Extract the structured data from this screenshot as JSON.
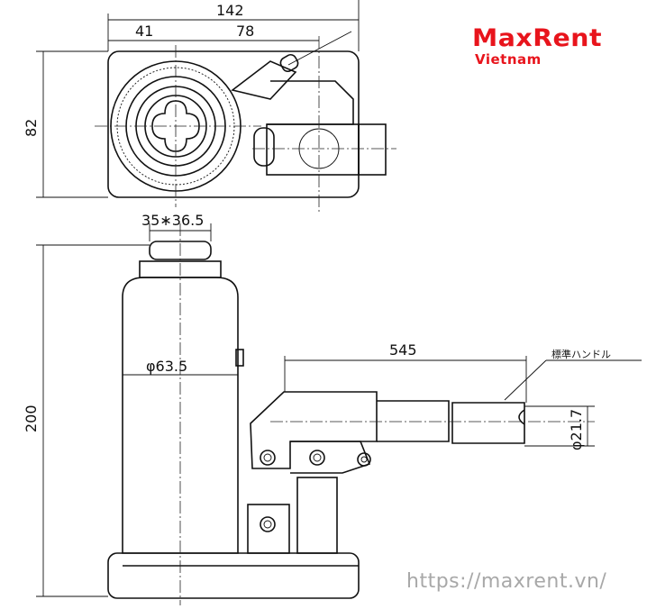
{
  "logo": {
    "brand": "MaxRent",
    "sub": "Vietnam",
    "color": "#e8141c"
  },
  "dimensions": {
    "overall_width": "142",
    "left_offset": "41",
    "right_offset": "78",
    "height_top_view": "82",
    "saddle_size": "35∗36.5",
    "body_diameter": "φ63.5",
    "min_height": "200",
    "handle_length": "545",
    "handle_diameter": "φ21.7"
  },
  "labels": {
    "handle_label": "標準ハンドル"
  },
  "footer": {
    "url": "https://maxrent.vn/"
  }
}
